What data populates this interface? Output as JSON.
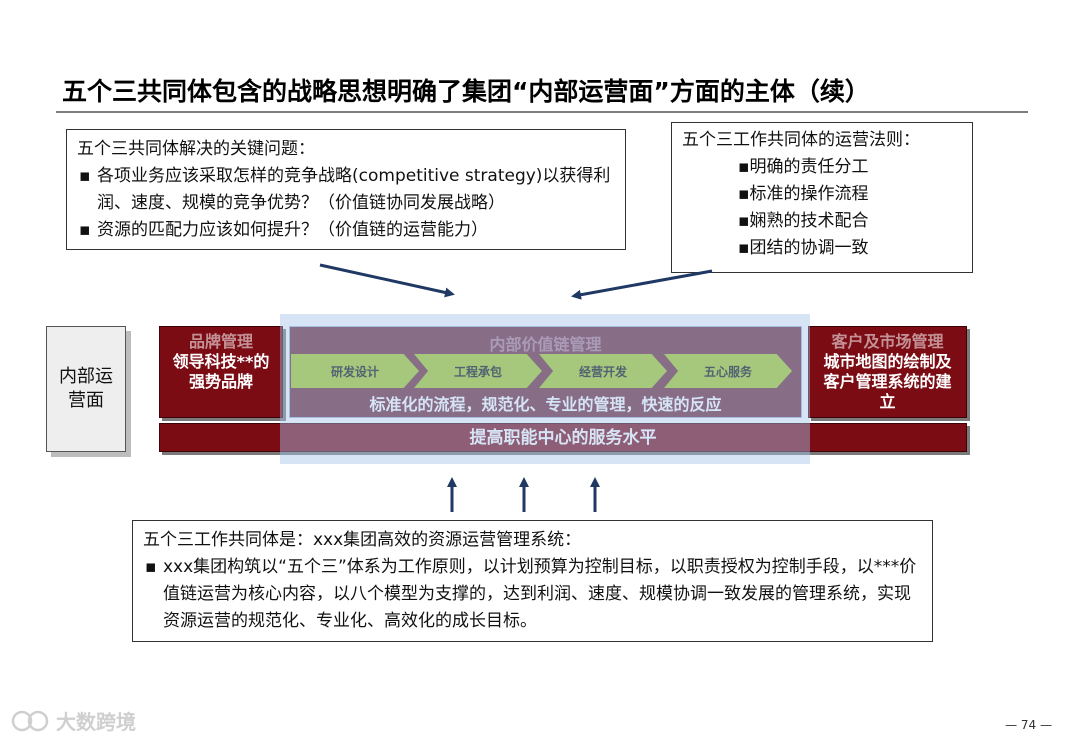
{
  "title": "五个三共同体包含的战略思想明确了集团“内部运营面”方面的主体（续）",
  "key_issues": {
    "heading": "五个三共同体解决的关键问题：",
    "items": [
      "各项业务应该采取怎样的竞争战略(competitive strategy)以获得利润、速度、规模的竞争优势？（价值链协同发展战略）",
      "资源的匹配力应该如何提升？（价值链的运营能力）"
    ]
  },
  "operating_rules": {
    "heading": "五个三工作共同体的运营法则：",
    "items": [
      "▪明确的责任分工",
      "▪标准的操作流程",
      "▪娴熟的技术配合",
      "▪团结的协调一致"
    ]
  },
  "internal_ops": "内部运营面",
  "brand": {
    "head": "品牌管理",
    "body": "领导科技**的强势品牌"
  },
  "value_chain": {
    "head": "内部价值链管理",
    "stages": [
      "研发设计",
      "工程承包",
      "经营开发",
      "五心服务"
    ],
    "sub": "标准化的流程，规范化、专业的管理，快速的反应"
  },
  "customer": {
    "head": "客户及市场管理",
    "body": "城市地图的绘制及客户管理系统的建立"
  },
  "service_bar": "提高职能中心的服务水平",
  "system": {
    "heading": "五个三工作共同体是：xxx集团高效的资源运营管理系统：",
    "items": [
      "xxx集团构筑以“五个三”体系为工作原则，以计划预算为控制目标，以职责授权为控制手段，以***价值链运营为核心内容，以八个模型为支撑的，达到利润、速度、规模协调一致发展的管理系统，实现资源运营的规范化、专业化、高效化的成长目标。"
    ]
  },
  "watermark": "大数跨境",
  "page_number": "— 74 —",
  "colors": {
    "dark_red": "#7b0c14",
    "chevron_green": "#a7cd24",
    "arrow_navy": "#1f3864",
    "overlay_blue": "#a5c3eb"
  }
}
